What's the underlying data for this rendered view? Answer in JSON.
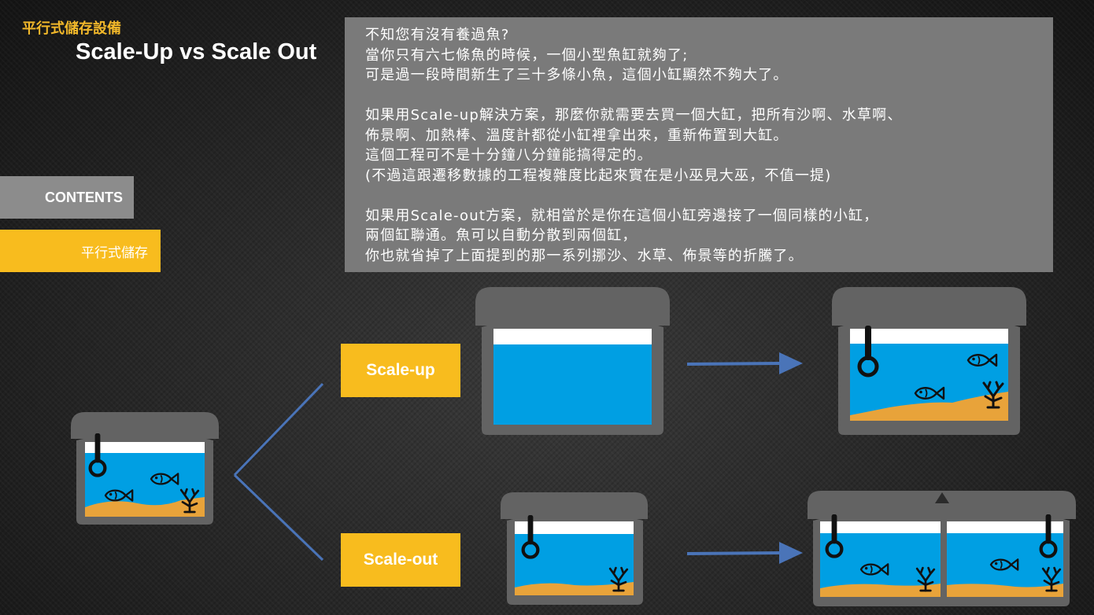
{
  "header": {
    "subtitle": "平行式儲存設備",
    "title": "Scale-Up vs Scale Out"
  },
  "nav": {
    "contents_label": "CONTENTS",
    "section_label": "平行式儲存"
  },
  "description": {
    "lines": [
      "不知您有沒有養過魚?",
      "當你只有六七條魚的時候，一個小型魚缸就夠了;",
      "可是過一段時間新生了三十多條小魚，這個小缸顯然不夠大了。",
      "",
      "如果用Scale-up解決方案，那麼你就需要去買一個大缸，把所有沙啊、水草啊、",
      "佈景啊、加熱棒、溫度計都從小缸裡拿出來，重新佈置到大缸。",
      "這個工程可不是十分鐘八分鐘能搞得定的。",
      "(不過這跟遷移數據的工程複雜度比起來實在是小巫見大巫，不值一提)",
      "",
      "如果用Scale-out方案，就相當於是你在這個小缸旁邊接了一個同樣的小缸，",
      "兩個缸聯通。魚可以自動分散到兩個缸，",
      "你也就省掉了上面提到的那一系列挪沙、水草、佈景等的折騰了。"
    ]
  },
  "diagram": {
    "scale_up_label": "Scale-up",
    "scale_out_label": "Scale-out",
    "colors": {
      "tank_frame": "#636363",
      "water": "#009fe3",
      "sand": "#e8a33a",
      "label_bg": "#f8bc1e",
      "arrow": "#4a74b8",
      "icon": "#111111"
    }
  }
}
